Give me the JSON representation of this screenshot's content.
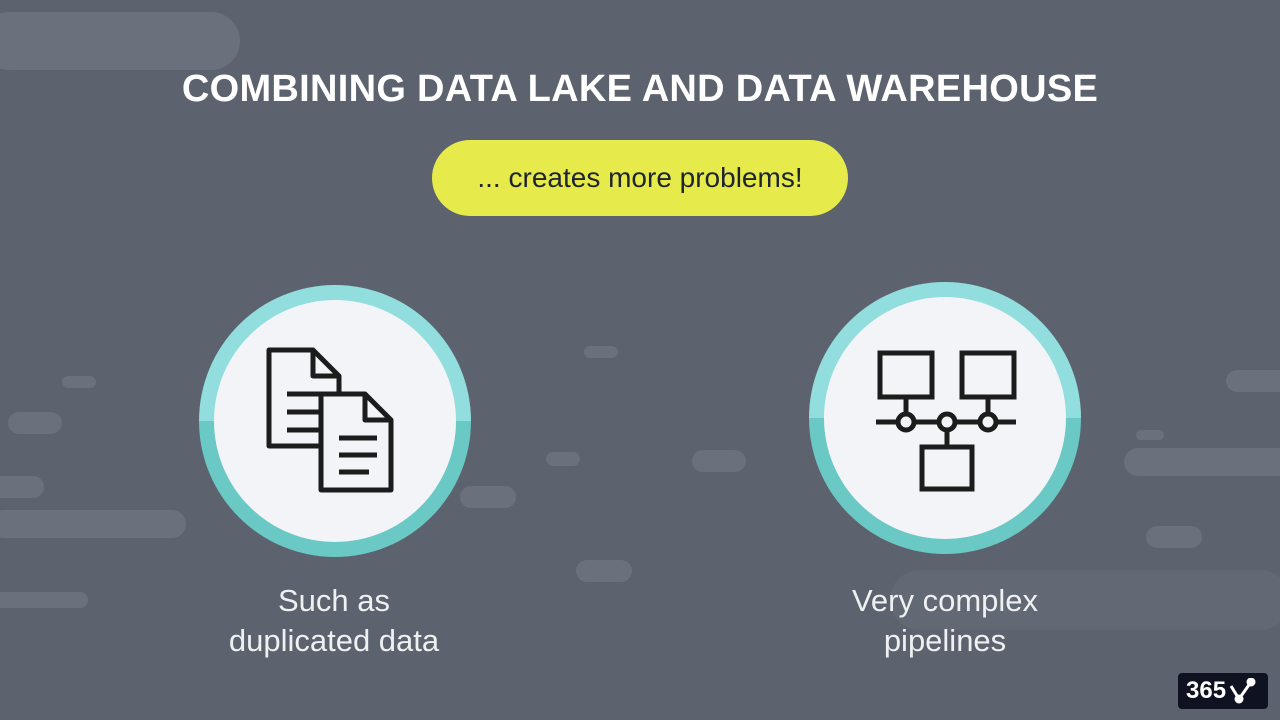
{
  "title": "COMBINING DATA LAKE AND DATA WAREHOUSE",
  "subtitle": "... creates more problems!",
  "items": [
    {
      "icon": "duplicate-documents-icon",
      "caption_line1": "Such as",
      "caption_line2": "duplicated data"
    },
    {
      "icon": "pipeline-network-icon",
      "caption_line1": "Very complex",
      "caption_line2": "pipelines"
    }
  ],
  "logo": {
    "text": "365"
  },
  "colors": {
    "background": "#5d636e",
    "accent": "#e6ea4a",
    "ring": "#92dede"
  }
}
